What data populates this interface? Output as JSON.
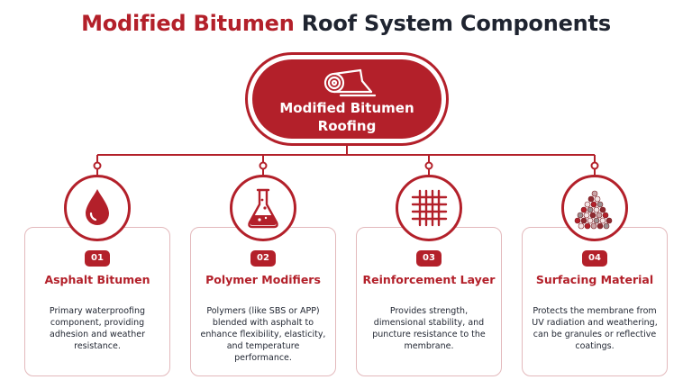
{
  "title": {
    "accent": "Modified Bitumen",
    "rest": " Roof System Components"
  },
  "root": {
    "line1": "Modified Bitumen",
    "line2": "Roofing",
    "icon": "roll-icon"
  },
  "colors": {
    "accent": "#b3202a",
    "text": "#1f2430",
    "card_border": "#e3b9bc"
  },
  "components": [
    {
      "number": "01",
      "title": "Asphalt Bitumen",
      "icon": "drop-icon",
      "description": "Primary waterproofing component, providing adhesion and weather resistance."
    },
    {
      "number": "02",
      "title": "Polymer Modifiers",
      "icon": "flask-icon",
      "description": "Polymers (like SBS or APP) blended with asphalt to enhance flexibility, elasticity, and temperature performance."
    },
    {
      "number": "03",
      "title": "Reinforcement Layer",
      "icon": "mesh-icon",
      "description": "Provides strength, dimensional stability, and puncture resistance to the membrane."
    },
    {
      "number": "04",
      "title": "Surfacing Material",
      "icon": "granules-icon",
      "description": "Protects the membrane from UV radiation and weathering, can be granules or reflective coatings."
    }
  ]
}
